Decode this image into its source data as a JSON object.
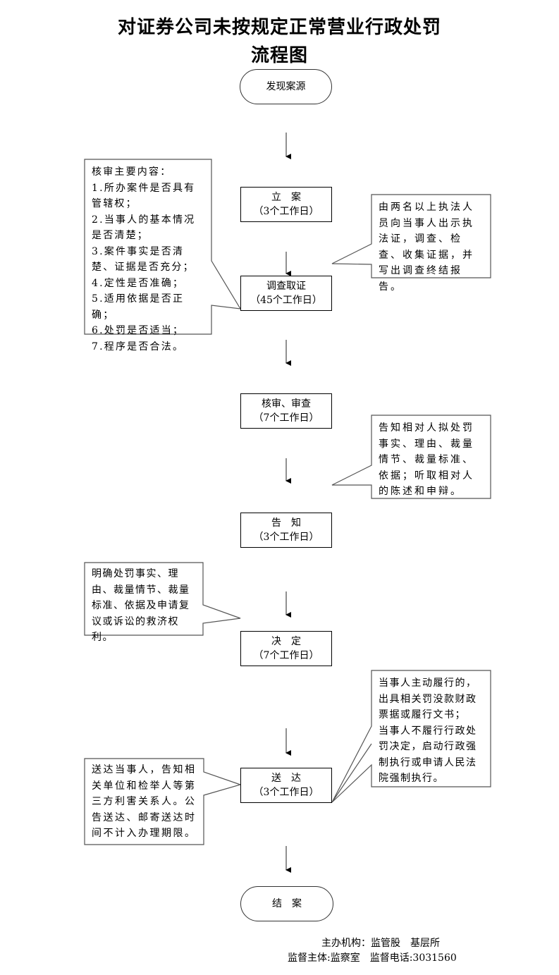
{
  "title": {
    "line1": "对证券公司未按规定正常营业行政处罚",
    "line2": "流程图"
  },
  "steps": {
    "start": {
      "label": "发现案源"
    },
    "filing": {
      "label": "立　案",
      "duration": "（3个工作日）"
    },
    "investigation": {
      "label": "调查取证",
      "duration": "（45个工作日）"
    },
    "review": {
      "label": "核审、审查",
      "duration": "（7个工作日）"
    },
    "notice": {
      "label": "告　知",
      "duration": "（3个工作日）"
    },
    "decision": {
      "label": "决　定",
      "duration": "（7个工作日）"
    },
    "delivery": {
      "label": "送　达",
      "duration": "（3个工作日）"
    },
    "end": {
      "label": "结　案"
    }
  },
  "notes": {
    "review_contents": "核审主要内容：\n1.所办案件是否具有管辖权；\n2.当事人的基本情况是否清楚；\n3.案件事实是否清楚、证据是否充分；\n4.定性是否准确；\n5.适用依据是否正确；\n6.处罚是否适当；\n7.程序是否合法。",
    "investigation_note": "由两名以上执法人员向当事人出示执法证，调查、检查、收集证据，并写出调查终结报告。",
    "notice_note": "告知相对人拟处罚事实、理由、裁量情节、裁量标准、依据；听取相对人的陈述和申辩。",
    "decision_note": "明确处罚事实、理由、裁量情节、裁量标准、依据及申请复议或诉讼的救济权利。",
    "enforcement_note": "当事人主动履行的，出具相关罚没款财政票据或履行文书；\n当事人不履行行政处罚决定，启动行政强制执行或申请人民法院强制执行。",
    "delivery_note": "送达当事人，告知相关单位和检举人等第三方利害关系人。公告送达、邮寄送达时间不计入办理期限。"
  },
  "footer": {
    "line1": "主办机构：监管股　基层所",
    "line2": "监督主体:监察室　监督电话:3031560"
  }
}
